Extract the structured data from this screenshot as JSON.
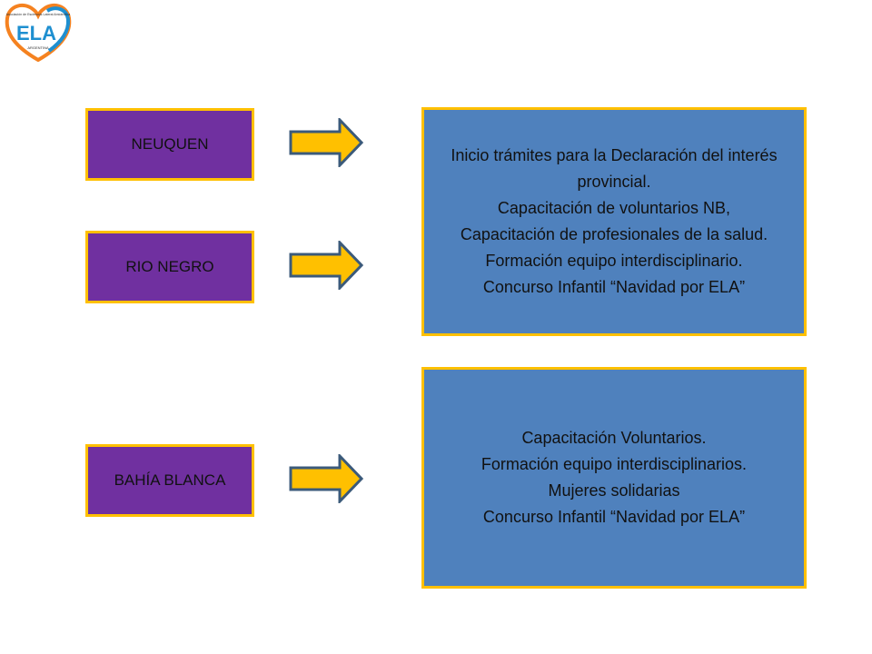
{
  "logo": {
    "name": "ELA",
    "small_text": "Asociación de Esclerosis Lateral Amiotrófica",
    "country": "ARGENTINA"
  },
  "regions": [
    {
      "label": "NEUQUEN"
    },
    {
      "label": "RIO NEGRO"
    },
    {
      "label": "BAHÍA BLANCA"
    }
  ],
  "info_boxes": [
    {
      "lines": [
        "Inicio trámites para la  Declaración del interés provincial.",
        "Capacitación  de voluntarios NB,",
        "Capacitación  de profesionales de la salud.",
        " Formación equipo interdisciplinario.",
        "Concurso Infantil “Navidad por ELA”"
      ]
    },
    {
      "lines": [
        "Capacitación Voluntarios.",
        "Formación equipo interdisciplinarios.",
        "Mujeres solidarias",
        "Concurso Infantil “Navidad por ELA”"
      ]
    }
  ],
  "colors": {
    "region_fill": "#7030a0",
    "box_fill": "#4f81bd",
    "border": "#ffc000",
    "arrow_fill": "#ffc000",
    "arrow_stroke": "#3b5a7a",
    "logo_orange": "#f58220",
    "logo_blue": "#1e8fd0"
  }
}
